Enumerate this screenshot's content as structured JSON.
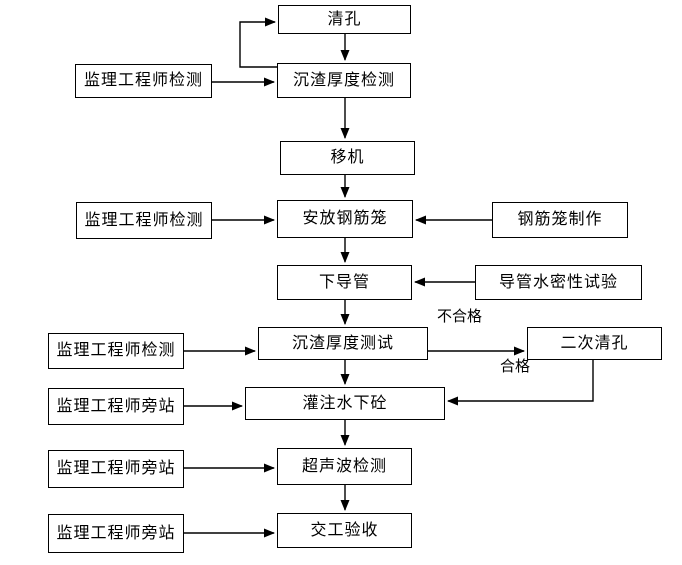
{
  "diagram": {
    "type": "flowchart",
    "language": "zh-CN",
    "colors": {
      "background": "#ffffff",
      "box_fill": "#ffffff",
      "box_border": "#000000",
      "line": "#000000",
      "text": "#000000"
    },
    "nodes": {
      "hole_cleaning": {
        "label": "清孔"
      },
      "sediment_thickness_inspection": {
        "label": "沉渣厚度检测"
      },
      "rig_relocation": {
        "label": "移机"
      },
      "place_rebar_cage": {
        "label": "安放钢筋笼"
      },
      "lower_tremie_pipe": {
        "label": "下导管"
      },
      "sediment_thickness_test": {
        "label": "沉渣厚度测试"
      },
      "underwater_concrete_pouring": {
        "label": "灌注水下砼"
      },
      "ultrasonic_testing": {
        "label": "超声波检测"
      },
      "handover_acceptance": {
        "label": "交工验收"
      },
      "rebar_cage_fabrication": {
        "label": "钢筋笼制作"
      },
      "pipe_watertight_test": {
        "label": "导管水密性试验"
      },
      "secondary_hole_cleaning": {
        "label": "二次清孔"
      },
      "supervisor_inspection_1": {
        "label": "监理工程师检测"
      },
      "supervisor_inspection_2": {
        "label": "监理工程师检测"
      },
      "supervisor_inspection_3": {
        "label": "监理工程师检测"
      },
      "supervisor_witness_1": {
        "label": "监理工程师旁站"
      },
      "supervisor_witness_2": {
        "label": "监理工程师旁站"
      },
      "supervisor_witness_3": {
        "label": "监理工程师旁站"
      }
    },
    "edge_labels": {
      "unqualified": "不合格",
      "qualified": "合格"
    }
  }
}
